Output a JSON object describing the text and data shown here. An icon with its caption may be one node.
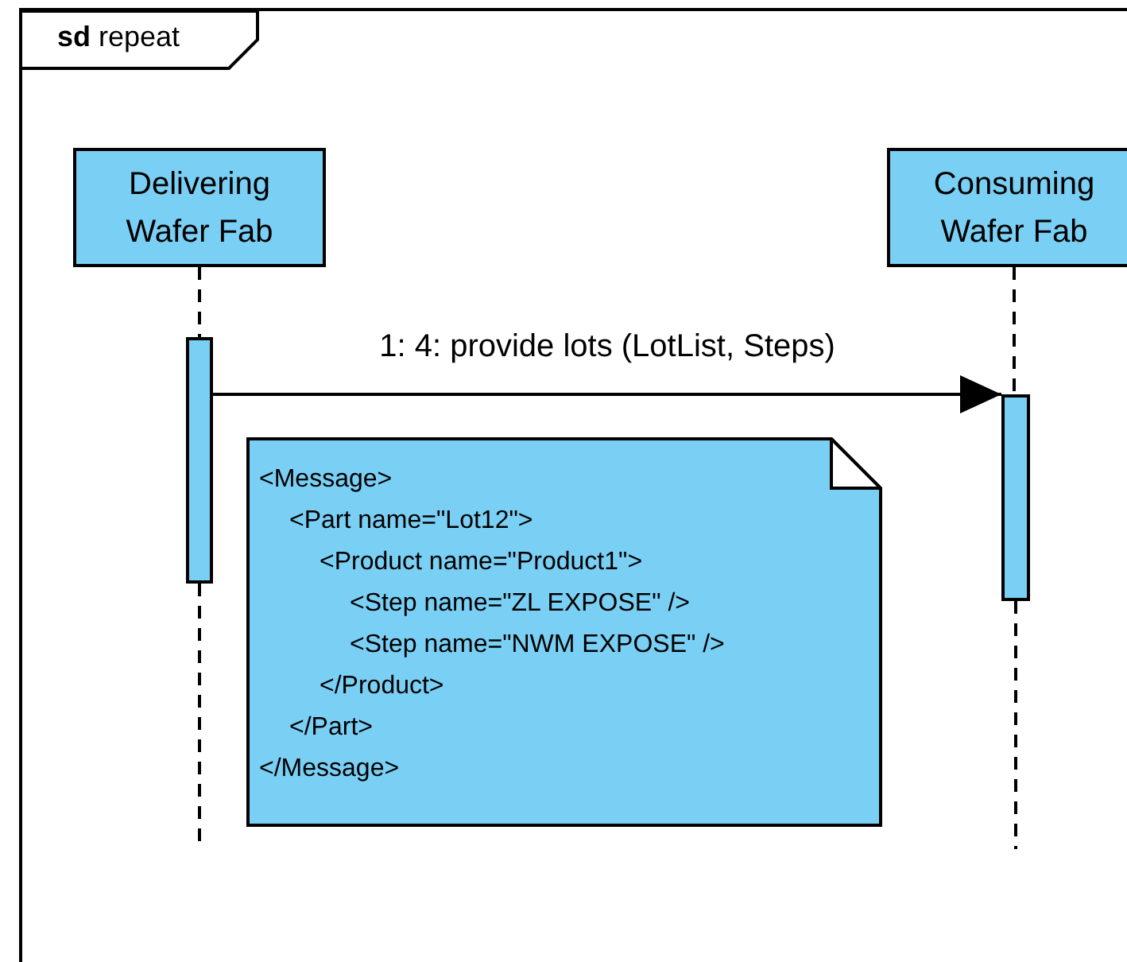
{
  "diagram": {
    "nodes": [
      {
        "text": [
          "**sd** repeat"
        ]
      },
      {
        "text": [
          "Delivering Wafer Fab"
        ],
        "in": 0
      },
      {
        "text": [
          "Consuming Wafer Fab"
        ],
        "in": 0
      },
      {
        "text": [],
        "shape": "bar",
        "in": 0
      },
      {
        "text": [],
        "shape": "bar",
        "in": 0
      },
      {
        "text": [
          "<Message>",
          "<Part name=\"Lot12\">",
          "<Product name=\"Product1\">",
          "<Step name=\"ZL EXPOSE\" />",
          "<Step name=\"NWM EXPOSE\" />",
          "</Product>",
          "</Part>",
          "</Message>"
        ],
        "in": 0
      }
    ],
    "edges": [
      {
        "from": 1,
        "to": 3,
        "arrow": "none",
        "style": "dashed"
      },
      {
        "from": 3,
        "to": null,
        "arrow": "none",
        "style": "dashed"
      },
      {
        "from": 2,
        "to": 4,
        "arrow": "none",
        "style": "dashed"
      },
      {
        "from": 4,
        "to": null,
        "arrow": "none",
        "style": "dashed"
      },
      {
        "from": 3,
        "to": 4,
        "arrow": "to",
        "label": "1: 4: provide lots (LotList, Steps)"
      }
    ]
  }
}
